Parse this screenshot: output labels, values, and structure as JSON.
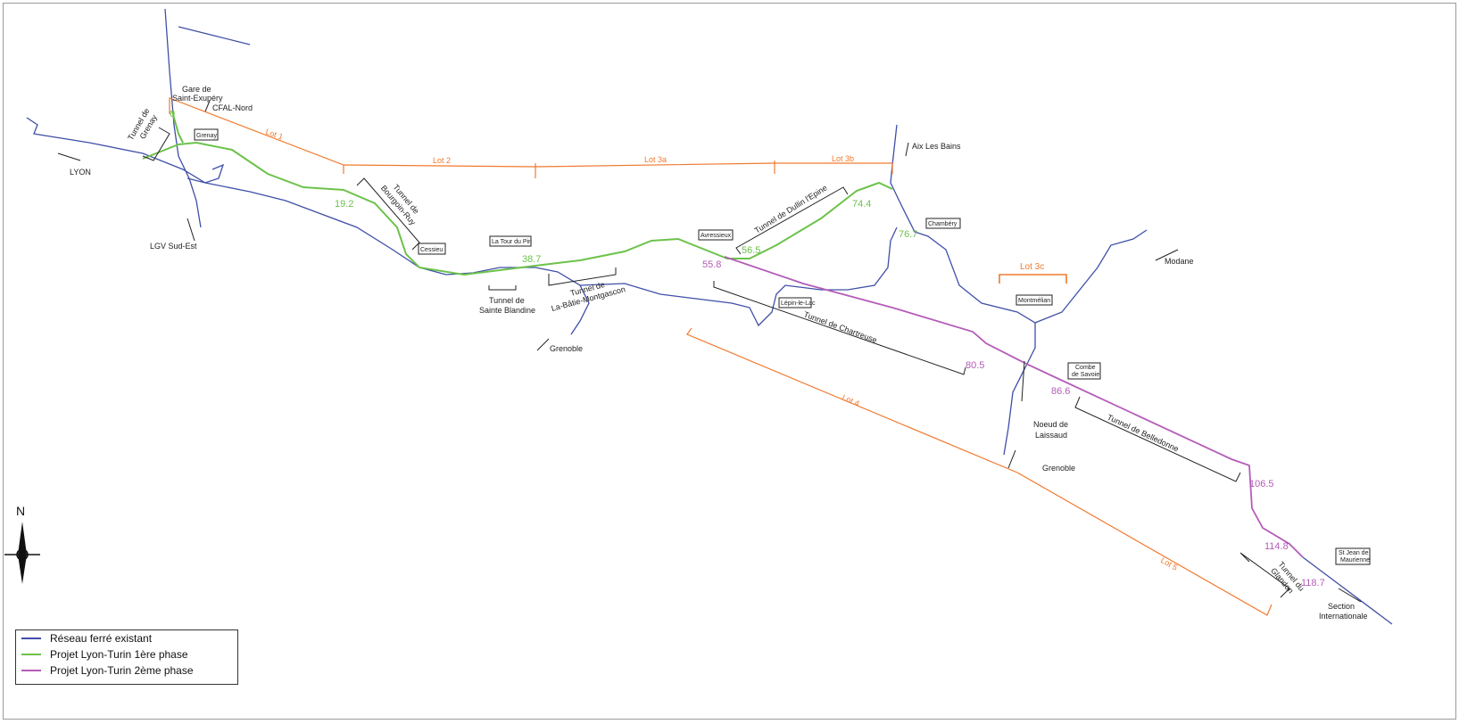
{
  "colors": {
    "existing": "#3f4fa8",
    "phase1": "#6cc24a",
    "phase2": "#b45cb8",
    "lots": "#f07a2e",
    "text": "#222222"
  },
  "places": {
    "gare": "Gare de",
    "gare2": "Saint-Exupéry",
    "cfal": "CFAL-Nord",
    "lyon": "LYON",
    "lgv": "LGV Sud-Est",
    "grenay": "Grenay",
    "cessieu": "Cessieu",
    "latour": "La Tour du Pin",
    "avressieux": "Avressieux",
    "lepin": "Lépin-le-Lac",
    "chambery": "Chambéry",
    "aix": "Aix Les Bains",
    "montmelian": "Montmélian",
    "combe1": "Combe",
    "combe2": "de Savoie",
    "modane": "Modane",
    "grenoble1": "Grenoble",
    "grenoble2": "Grenoble",
    "noeud1": "Noeud de",
    "noeud2": "Laissaud",
    "stjean1": "St Jean de",
    "stjean2": "Maurienne",
    "section1": "Section",
    "section2": "Internationale"
  },
  "tunnels": {
    "grenay1": "Tunnel de",
    "grenay2": "Grenay",
    "bourgoin1": "Tunnel de",
    "bourgoin2": "Bourgoin-Ruy",
    "blandine1": "Tunnel de",
    "blandine2": "Sainte Blandine",
    "batie1": "Tunnel de",
    "batie2": "La-Bâtie-Montgascon",
    "dullin": "Tunnel de Dullin l'Epine",
    "chartreuse": "Tunnel de Chartreuse",
    "belledonne": "Tunnel de Belledonne",
    "glandon1": "Tunnel du",
    "glandon2": "Glandon"
  },
  "lots": {
    "lot1": "Lot 1",
    "lot2": "Lot 2",
    "lot3a": "Lot 3a",
    "lot3b": "Lot 3b",
    "lot3c": "Lot 3c",
    "lot4": "Lot 4",
    "lot5": "Lot 5"
  },
  "km": {
    "k0": "0",
    "k19": "19.2",
    "k38": "38.7",
    "k56": "56.5",
    "k55": "55.8",
    "k74": "74.4",
    "k76": "76.7",
    "k80": "80.5",
    "k86": "86.6",
    "k106": "106.5",
    "k114": "114.8",
    "k118": "118.7"
  },
  "north": "N",
  "legend": [
    {
      "label": "Réseau ferré existant",
      "color": "#3f4fa8"
    },
    {
      "label": "Projet Lyon-Turin 1ère phase",
      "color": "#6cc24a"
    },
    {
      "label": "Projet Lyon-Turin 2ème phase",
      "color": "#b45cb8"
    }
  ]
}
